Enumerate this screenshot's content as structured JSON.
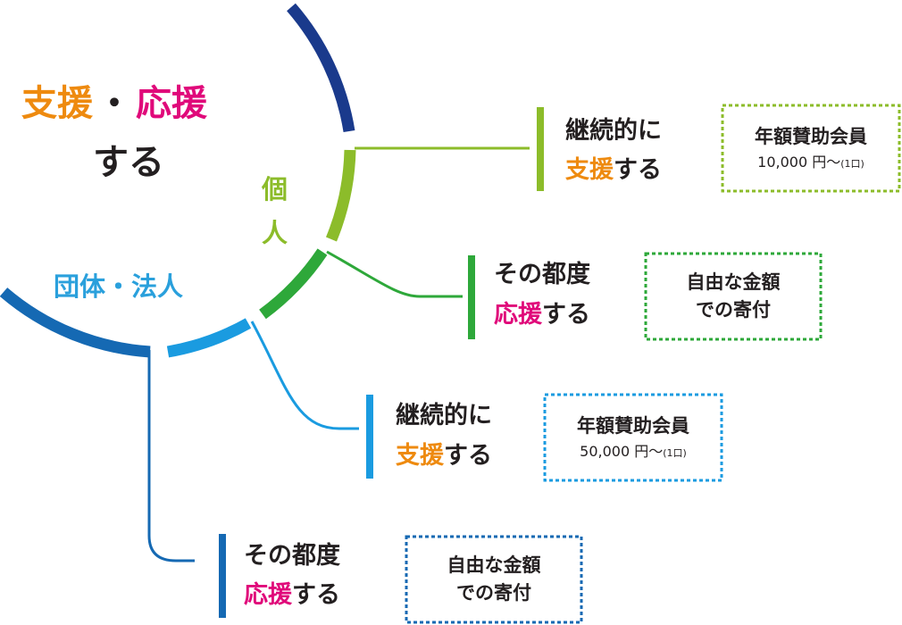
{
  "title": {
    "support": "支援",
    "dot": "・",
    "cheer": "応援",
    "suru": "する"
  },
  "branches": {
    "individual": {
      "char1": "個",
      "char2": "人"
    },
    "corporate": {
      "label": "団体・法人"
    }
  },
  "rows": [
    {
      "line1": "継続的に",
      "line2_colored": "支援",
      "line2_rest": "する",
      "box_line1": "年額賛助会員",
      "box_amount": "10,000 円〜",
      "box_unit": "(1口)"
    },
    {
      "line1": "その都度",
      "line2_colored": "応援",
      "line2_rest": "する",
      "box_line1": "自由な金額",
      "box_line2": "での寄付"
    },
    {
      "line1": "継続的に",
      "line2_colored": "支援",
      "line2_rest": "する",
      "box_line1": "年額賛助会員",
      "box_amount": "50,000 円〜",
      "box_unit": "(1口)"
    },
    {
      "line1": "その都度",
      "line2_colored": "応援",
      "line2_rest": "する",
      "box_line1": "自由な金額",
      "box_line2": "での寄付"
    }
  ],
  "colors": {
    "navy": "#1a3a8c",
    "lime": "#8cbc2a",
    "green": "#2ea83a",
    "sky": "#1a9be0",
    "blue": "#1569b3",
    "orange": "#ee8a0f",
    "pink": "#e0097a",
    "text": "#231f20"
  }
}
